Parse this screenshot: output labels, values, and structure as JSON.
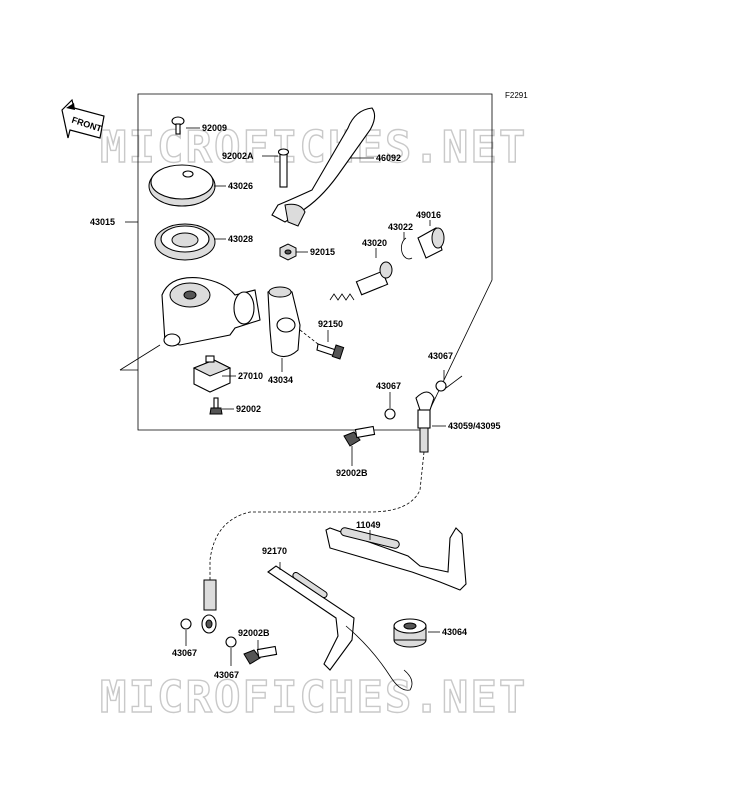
{
  "figure_code": "F2291",
  "front_marker": "FRONT",
  "watermark": "MICROFICHES.NET",
  "parts": {
    "p92009": "92009",
    "p92002A": "92002A",
    "p46092": "46092",
    "p43026": "43026",
    "p43015": "43015",
    "p43028": "43028",
    "p92015": "92015",
    "p43020": "43020",
    "p43022": "43022",
    "p49016": "49016",
    "p92150": "92150",
    "p27010": "27010",
    "p43034": "43034",
    "p92002": "92002",
    "p43067_a": "43067",
    "p43067_b": "43067",
    "p43059": "43059/43095",
    "p92002B_a": "92002B",
    "p11049": "11049",
    "p92170": "92170",
    "p43064": "43064",
    "p92002B_b": "92002B",
    "p43067_c": "43067",
    "p43067_d": "43067"
  }
}
